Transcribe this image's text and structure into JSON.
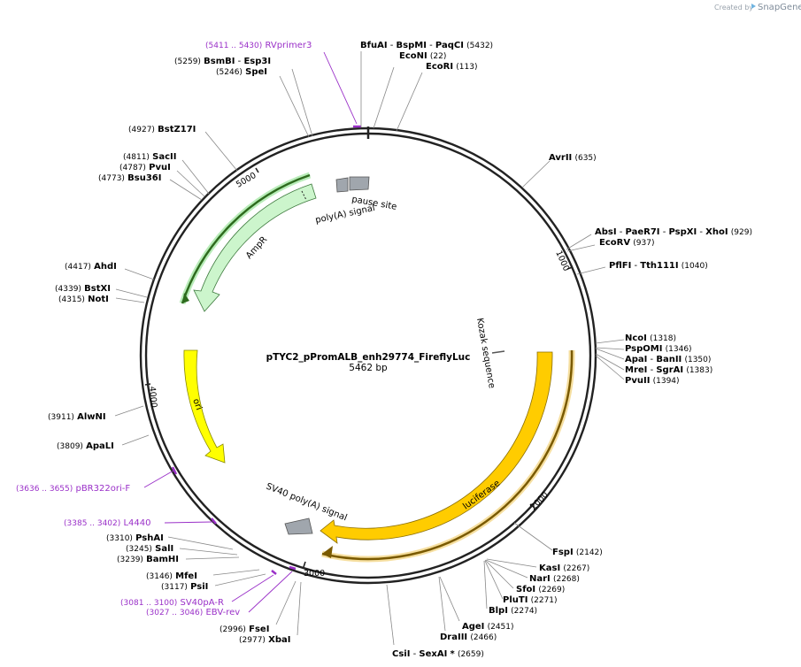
{
  "credit": {
    "prefix": "Created by",
    "brand": "SnapGene"
  },
  "plasmid": {
    "name": "pTYC2_pPromALB_enh29774_FireflyLuc",
    "length": "5462 bp"
  },
  "ticks": [
    {
      "label": "1000"
    },
    {
      "label": "2000"
    },
    {
      "label": "3000"
    },
    {
      "label": "4000"
    },
    {
      "label": "5000"
    }
  ],
  "features": {
    "luciferase": "luciferase",
    "sv40pa": "SV40 poly(A) signal",
    "ori": "ori",
    "ampr": "AmpR",
    "polya": "poly(A) signal",
    "pause": "pause site",
    "kozak": "Kozak sequence"
  },
  "enzymes": {
    "bfuai": "BfuAI",
    "bspmi": "BspMI",
    "paqci": "PaqCI",
    "bfuai_pos": "(5432)",
    "econi": "EcoNI",
    "econi_pos": "(22)",
    "ecori": "EcoRI",
    "ecori_pos": "(113)",
    "bsmbi": "BsmBI",
    "esp3i": "Esp3I",
    "bsmbi_pos": "(5259)",
    "spei": "SpeI",
    "spei_pos": "(5246)",
    "bstz17i": "BstZ17I",
    "bstz17i_pos": "(4927)",
    "sacii": "SacII",
    "sacii_pos": "(4811)",
    "pvui": "PvuI",
    "pvui_pos": "(4787)",
    "bsu36i": "Bsu36I",
    "bsu36i_pos": "(4773)",
    "avrii": "AvrII",
    "avrii_pos": "(635)",
    "absi": "AbsI",
    "paer7i": "PaeR7I",
    "pspxi": "PspXI",
    "xhoi": "XhoI",
    "absi_pos": "(929)",
    "ecorv": "EcoRV",
    "ecorv_pos": "(937)",
    "pflfi": "PflFI",
    "tth111i": "Tth111I",
    "pflfi_pos": "(1040)",
    "ahdi": "AhdI",
    "ahdi_pos": "(4417)",
    "bstxi": "BstXI",
    "bstxi_pos": "(4339)",
    "noti": "NotI",
    "noti_pos": "(4315)",
    "ncoi": "NcoI",
    "ncoi_pos": "(1318)",
    "pspomi": "PspOMI",
    "pspomi_pos": "(1346)",
    "apai": "ApaI",
    "banii": "BanII",
    "apai_pos": "(1350)",
    "mrei": "MreI",
    "sgrai": "SgrAI",
    "mrei_pos": "(1383)",
    "pvuii": "PvuII",
    "pvuii_pos": "(1394)",
    "alwni": "AlwNI",
    "alwni_pos": "(3911)",
    "apali": "ApaLI",
    "apali_pos": "(3809)",
    "fspi": "FspI",
    "fspi_pos": "(2142)",
    "kasi": "KasI",
    "kasi_pos": "(2267)",
    "nari": "NarI",
    "nari_pos": "(2268)",
    "sfoi": "SfoI",
    "sfoi_pos": "(2269)",
    "pluti": "PluTI",
    "pluti_pos": "(2271)",
    "blpi": "BlpI",
    "blpi_pos": "(2274)",
    "agei": "AgeI",
    "agei_pos": "(2451)",
    "draiii": "DraIII",
    "draiii_pos": "(2466)",
    "csii": "CsiI",
    "sexai": "SexAI",
    "star": "*",
    "csii_pos": "(2659)",
    "pshai": "PshAI",
    "pshai_pos": "(3310)",
    "sali": "SalI",
    "sali_pos": "(3245)",
    "bamhi": "BamHI",
    "bamhi_pos": "(3239)",
    "mfei": "MfeI",
    "mfei_pos": "(3146)",
    "psii": "PsiI",
    "psii_pos": "(3117)",
    "fsei": "FseI",
    "fsei_pos": "(2996)",
    "xbai": "XbaI",
    "xbai_pos": "(2977)"
  },
  "primers": {
    "rvprimer3": "RVprimer3",
    "rvprimer3_pos": "(5411 .. 5430)",
    "pbr322": "pBR322ori-F",
    "pbr322_pos": "(3636 .. 3655)",
    "l4440": "L4440",
    "l4440_pos": "(3385 .. 3402)",
    "sv40par": "SV40pA-R",
    "sv40par_pos": "(3081 .. 3100)",
    "ebvrev": "EBV-rev",
    "ebvrev_pos": "(3027 .. 3046)"
  },
  "colors": {
    "luciferase": "#ffcc00",
    "luciferase_orf": "#f5c84a",
    "ori": "#ffff00",
    "ampr": "#ccf5cc",
    "ampr_orf": "#2e8b2e",
    "terminator": "#a0a6ad",
    "primer": "#9a30c8",
    "backbone": "#222222"
  }
}
